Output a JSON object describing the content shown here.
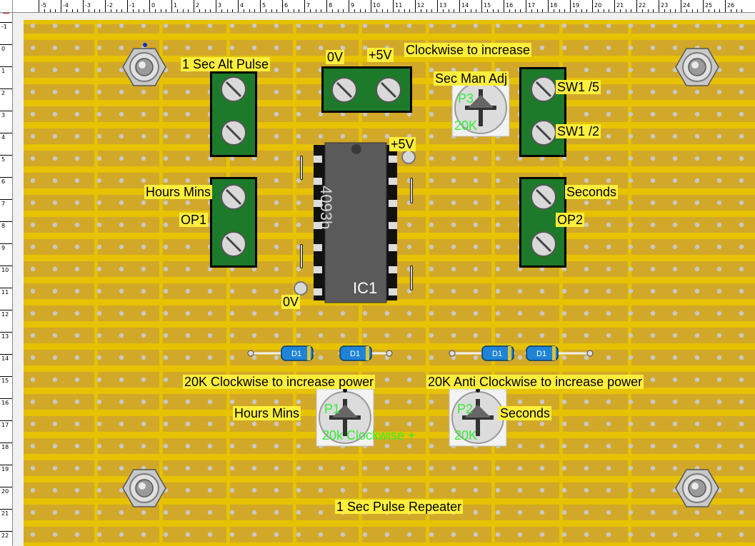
{
  "ruler": {
    "top_labels": [
      "-5",
      "-4",
      "-3",
      "-2",
      "-1",
      "0",
      "1",
      "2",
      "3",
      "4",
      "5",
      "6",
      "7",
      "8",
      "9",
      "10",
      "11",
      "12",
      "13",
      "14",
      "15",
      "16",
      "17",
      "18",
      "19",
      "20",
      "21",
      "22",
      "23",
      "24",
      "25",
      "26"
    ],
    "left_labels": [
      "-1",
      "0",
      "1",
      "2",
      "3",
      "4",
      "5",
      "6",
      "7",
      "8",
      "9",
      "10",
      "11",
      "12",
      "13",
      "14",
      "15",
      "16",
      "17",
      "18",
      "19",
      "20",
      "21",
      "22"
    ]
  },
  "board": {
    "colors": {
      "board": "#e6c200",
      "strip": "#d2a829",
      "hole": "#c9c9c9",
      "label_bg": "#ffef3a",
      "terminal": "#1d7a2a"
    }
  },
  "labels": {
    "alt_pulse": "1 Sec Alt Pulse",
    "zero_v_top": "0V",
    "plus5v_top": "+5V",
    "clockwise_increase": "Clockwise to increase",
    "sec_man_adj": "Sec Man Adj",
    "sw1_5": "SW1 /5",
    "sw1_2": "SW1 /2",
    "plus5v_ic": "+5V",
    "hours_mins_left": "Hours Mins",
    "op1": "OP1",
    "seconds_right": "Seconds",
    "op2": "OP2",
    "zero_v_ic": "0V",
    "cw_power": "20K Clockwise to increase power",
    "acw_power": "20K Anti Clockwise to increase power",
    "hours_mins_bottom": "Hours Mins",
    "seconds_bottom": "Seconds",
    "repeater": "1 Sec Pulse Repeater"
  },
  "components": {
    "ic": {
      "part": "4093b",
      "ref": "IC1"
    },
    "pots": [
      {
        "ref": "P3",
        "value": "20K"
      },
      {
        "ref": "P1",
        "value": "20k Clockwise +"
      },
      {
        "ref": "P2",
        "value": "20K"
      }
    ],
    "diodes": [
      "D1",
      "D1",
      "D1",
      "D1"
    ]
  }
}
